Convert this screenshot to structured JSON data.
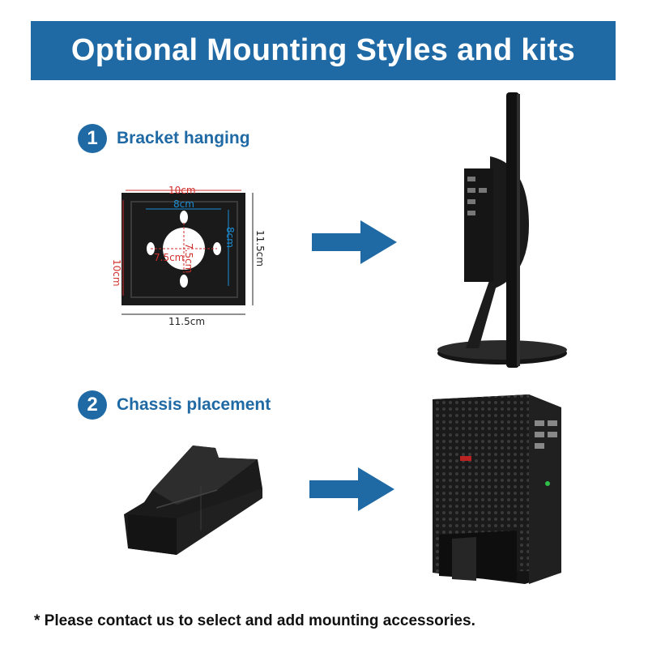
{
  "header": {
    "title": "Optional Mounting Styles and kits"
  },
  "steps": [
    {
      "number": "1",
      "label": "Bracket hanging"
    },
    {
      "number": "2",
      "label": "Chassis placement"
    }
  ],
  "bracket_dimensions": {
    "top_width": "10cm",
    "inner_width": "8cm",
    "inner_height": "8cm",
    "left_height": "10cm",
    "center_vertical": "7.5cm",
    "center_horizontal": "7.5cm",
    "outer_height": "11.5cm",
    "outer_width": "11.5cm"
  },
  "footnote": "* Please contact us to select and add mounting accessories.",
  "colors": {
    "accent": "#1f6aa5",
    "arrow": "#1f6aa5"
  }
}
